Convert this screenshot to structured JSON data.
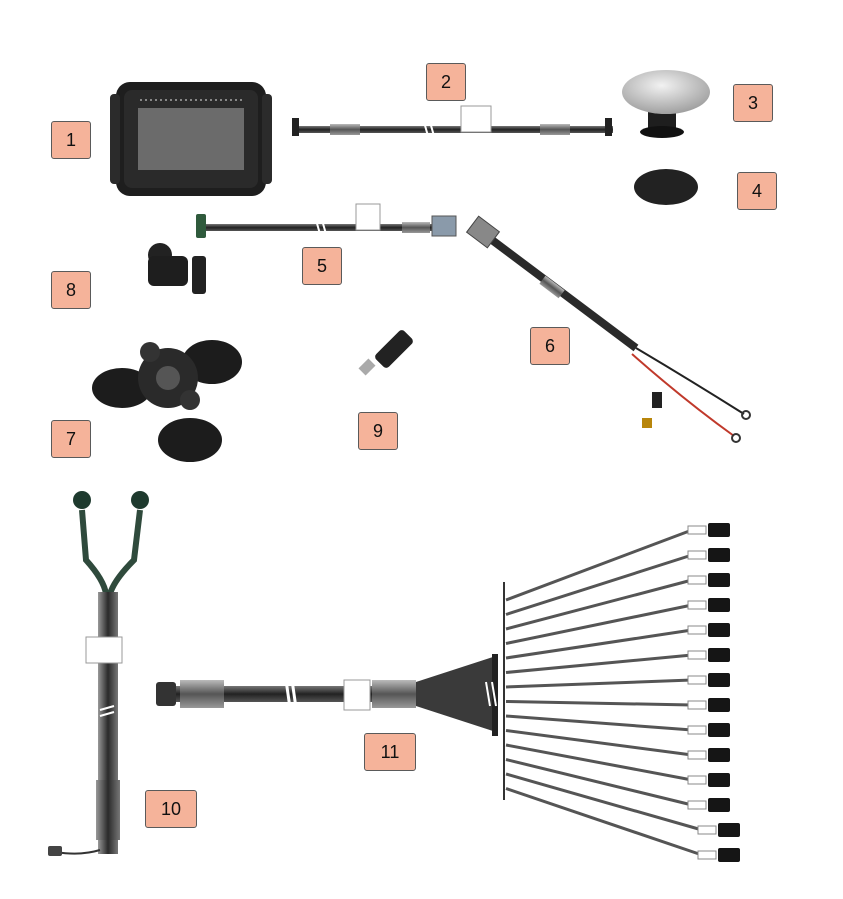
{
  "labels": {
    "l1": "1",
    "l2": "2",
    "l3": "3",
    "l4": "4",
    "l5": "5",
    "l6": "6",
    "l7": "7",
    "l8": "8",
    "l9": "9",
    "l10": "10",
    "l11": "11"
  },
  "colors": {
    "label_fill": "#f5b39a",
    "label_border": "#5a5a5a",
    "cable": "#3a3a3a",
    "display_body": "#1e1e1e",
    "screen": "#6b6b6b",
    "antenna_dome": "#d9d9d9",
    "wire_red": "#c0392b",
    "harness_green": "#2f4a3c"
  }
}
